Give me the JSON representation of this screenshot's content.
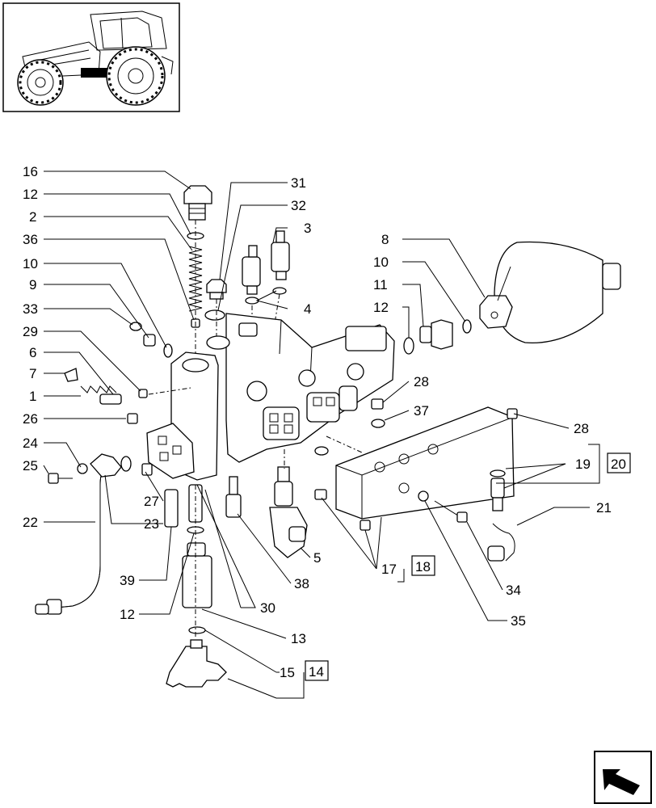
{
  "callouts": {
    "c16": "16",
    "c12a": "12",
    "c2": "2",
    "c36": "36",
    "c10a": "10",
    "c9": "9",
    "c33": "33",
    "c29": "29",
    "c6": "6",
    "c7": "7",
    "c1": "1",
    "c26": "26",
    "c24": "24",
    "c25": "25",
    "c22": "22",
    "c31": "31",
    "c32": "32",
    "c3": "3",
    "c4": "4",
    "c8": "8",
    "c10b": "10",
    "c11": "11",
    "c12b": "12",
    "c28a": "28",
    "c37": "37",
    "c28b": "28",
    "c19": "19",
    "c20": "20",
    "c21": "21",
    "c27": "27",
    "c23": "23",
    "c39": "39",
    "c12c": "12",
    "c30": "30",
    "c38": "38",
    "c5": "5",
    "c17": "17",
    "c18": "18",
    "c34": "34",
    "c35": "35",
    "c13": "13",
    "c15": "15",
    "c14": "14"
  },
  "icons": {
    "thumbnail": "tractor-thumbnail-icon",
    "nav": "next-page-arrow-icon"
  }
}
